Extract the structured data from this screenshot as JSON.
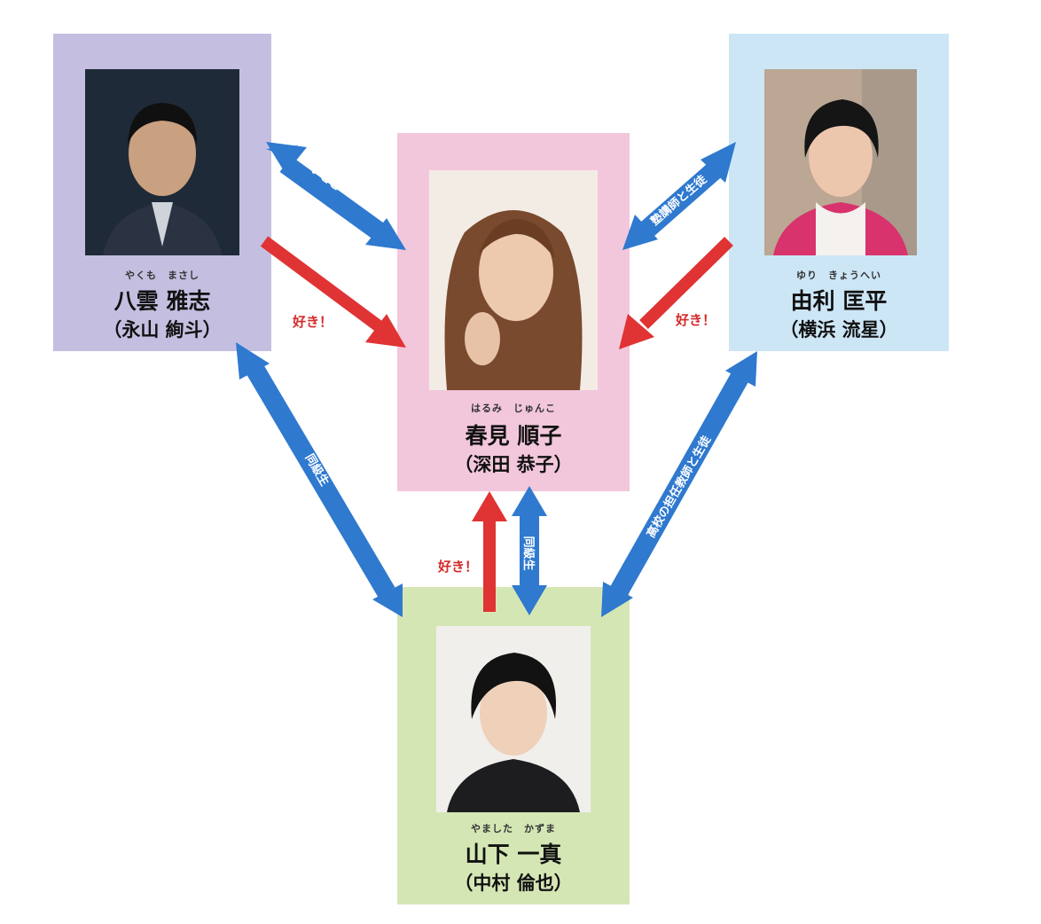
{
  "people": {
    "yakumo": {
      "ruby": "やくも　まさし",
      "name": "八雲 雅志",
      "actor": "（永山 絢斗）",
      "bg": "#c4bfe0"
    },
    "harumi": {
      "ruby": "はるみ　じゅんこ",
      "name": "春見 順子",
      "actor": "（深田 恭子）",
      "bg": "#f2c7dc"
    },
    "yuri": {
      "ruby": "ゆり　きょうへい",
      "name": "由利 匡平",
      "actor": "（横浜 流星）",
      "bg": "#cde6f6"
    },
    "yamashita": {
      "ruby": "やました　かずま",
      "name": "山下 一真",
      "actor": "（中村 倫也）",
      "bg": "#d5e6b5"
    }
  },
  "relations": {
    "itoko": "いとこ",
    "suki": "好き！",
    "doukyuusei": "同級生",
    "juku": "塾講師と生徒",
    "koukou": "高校の担任教師と生徒"
  },
  "colors": {
    "blue_arrow": "#2f79cf",
    "red_arrow": "#e03333"
  }
}
